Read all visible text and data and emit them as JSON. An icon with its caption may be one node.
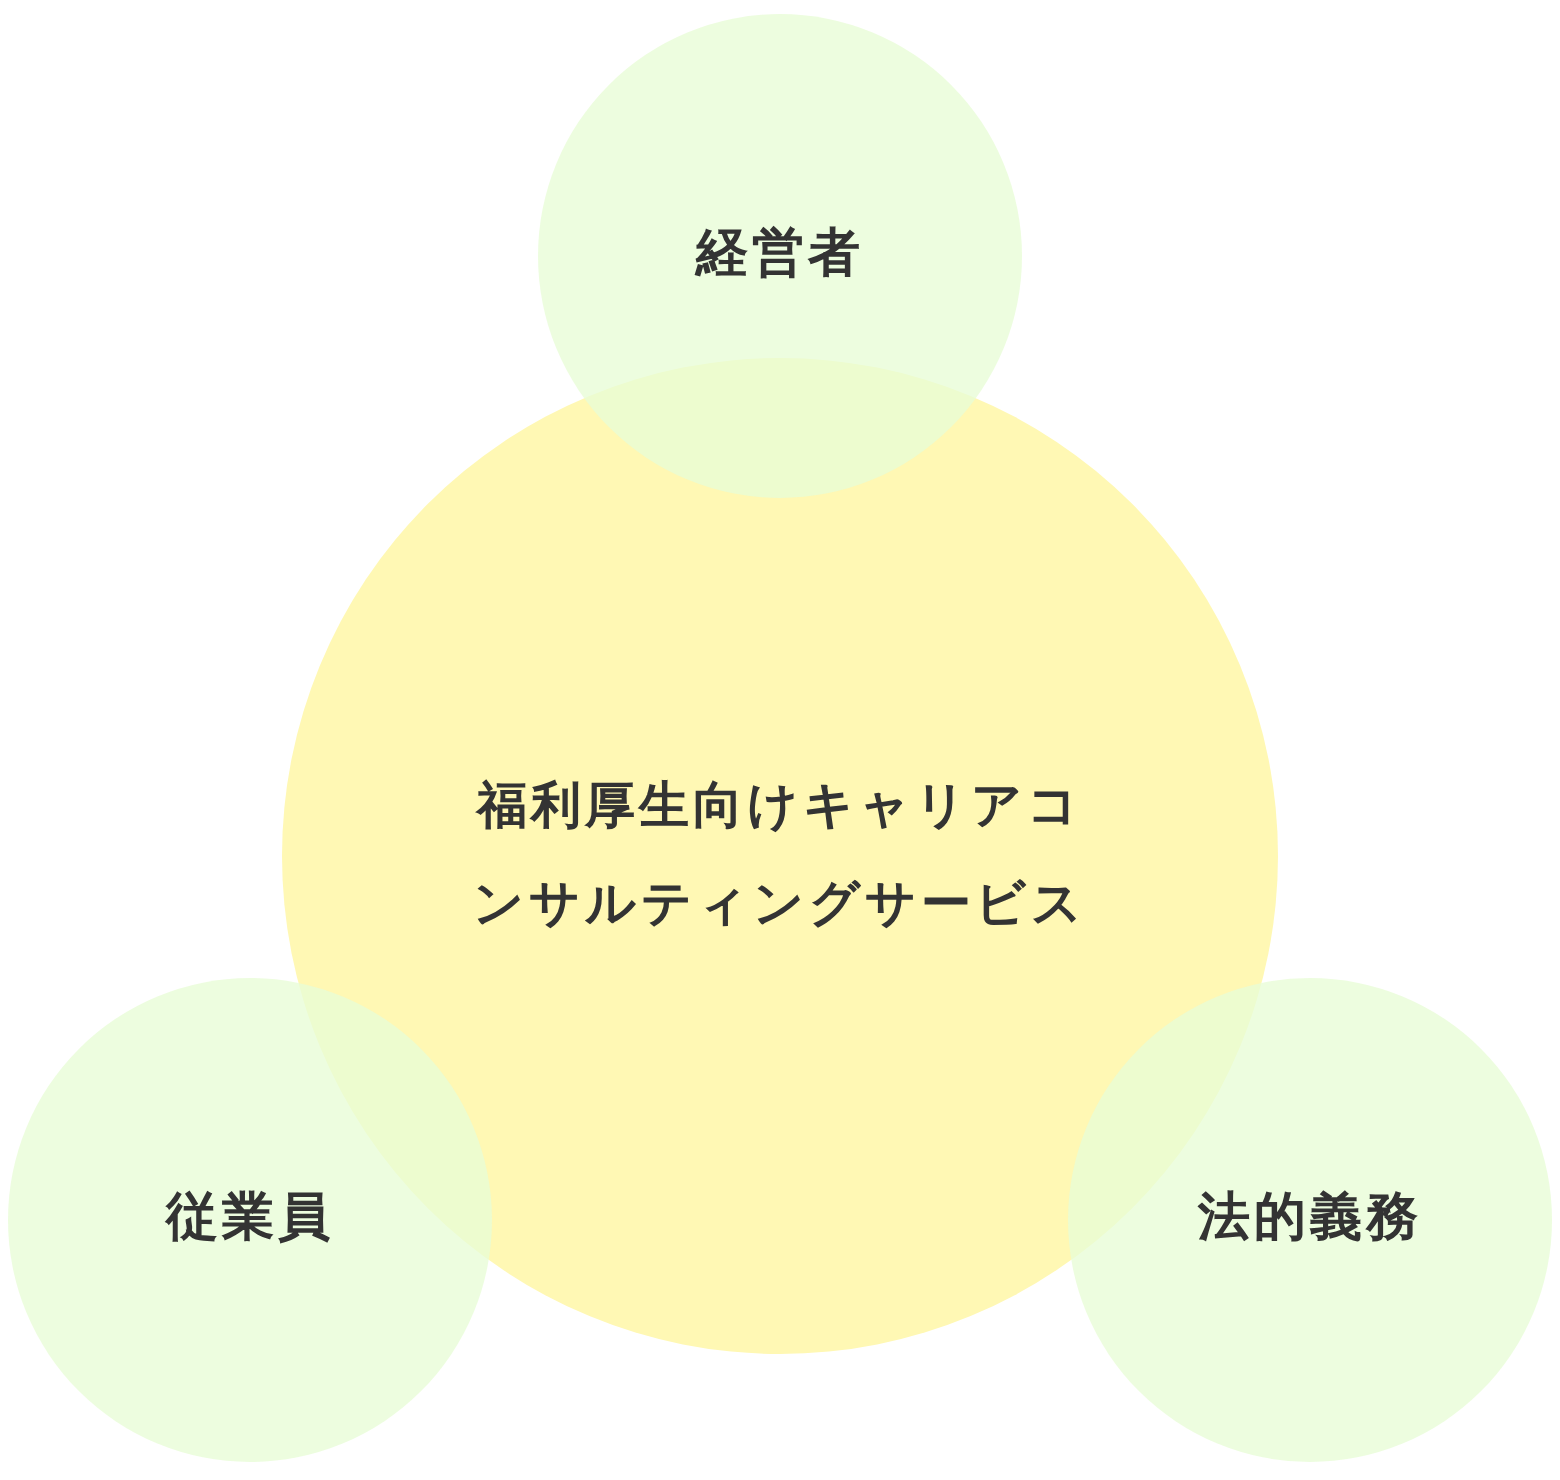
{
  "diagram": {
    "nodes": [
      {
        "text": [
          "経営者"
        ]
      },
      {
        "text": [
          "福利厚生向けキャリアコンサルティングサービス"
        ]
      },
      {
        "text": [
          "従業員"
        ]
      },
      {
        "text": [
          "法的義務"
        ]
      }
    ]
  }
}
